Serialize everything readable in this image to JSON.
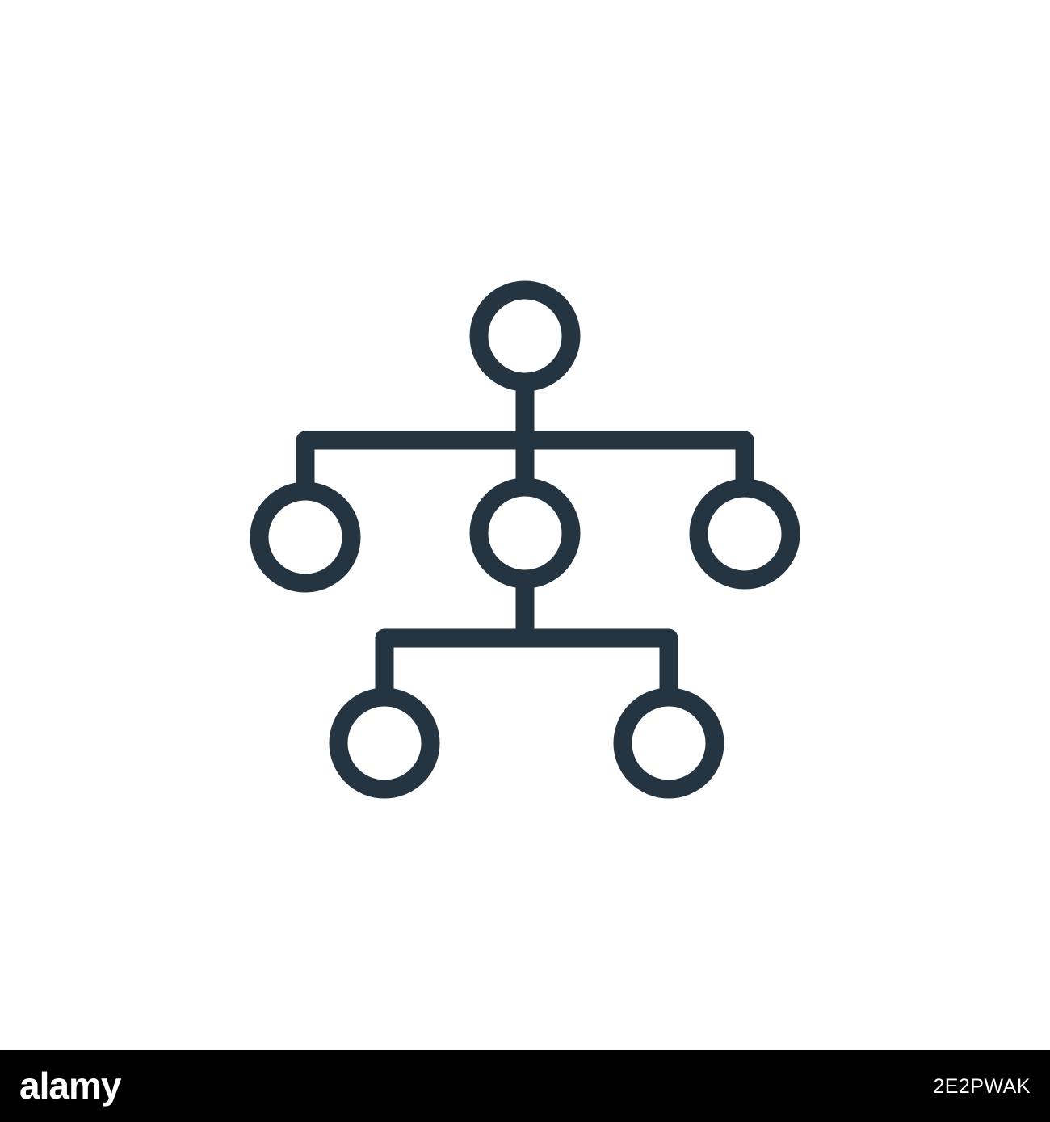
{
  "icon": {
    "name": "hierarchy-icon",
    "stroke_color": "#253441",
    "background_color": "#ffffff",
    "nodes": [
      {
        "name": "root-node"
      },
      {
        "name": "level-2-left-node"
      },
      {
        "name": "level-2-middle-node"
      },
      {
        "name": "level-2-right-node"
      },
      {
        "name": "level-3-left-node"
      },
      {
        "name": "level-3-right-node"
      }
    ]
  },
  "footer": {
    "logo_text": "alamy",
    "image_id": "2E2PWAK",
    "background_color": "#000000",
    "text_color": "#ffffff"
  }
}
